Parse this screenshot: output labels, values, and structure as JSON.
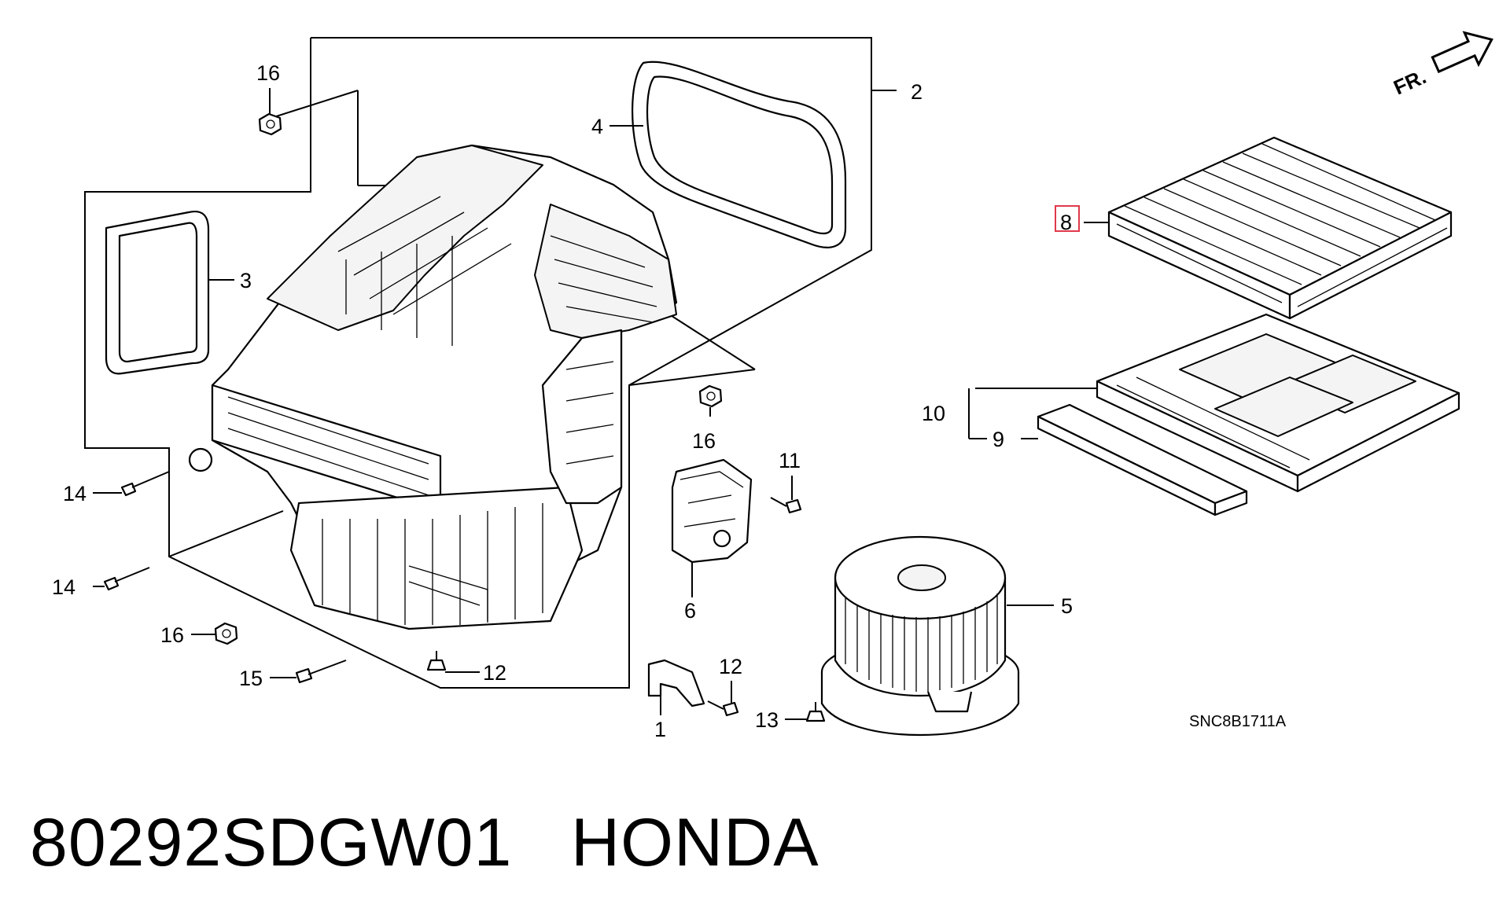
{
  "diagram": {
    "drawing_code": "SNC8B1711A",
    "direction_label": "FR.",
    "callouts": {
      "c1": "1",
      "c2": "2",
      "c3": "3",
      "c4": "4",
      "c5": "5",
      "c6": "6",
      "c8": "8",
      "c9": "9",
      "c10": "10",
      "c11": "11",
      "c12a": "12",
      "c12b": "12",
      "c13": "13",
      "c14a": "14",
      "c14b": "14",
      "c15": "15",
      "c16a": "16",
      "c16b": "16",
      "c16c": "16"
    },
    "highlighted_callout": "8",
    "highlight_color": "#e0394a"
  },
  "caption": {
    "part_number": "80292SDGW01",
    "brand": "HONDA"
  }
}
